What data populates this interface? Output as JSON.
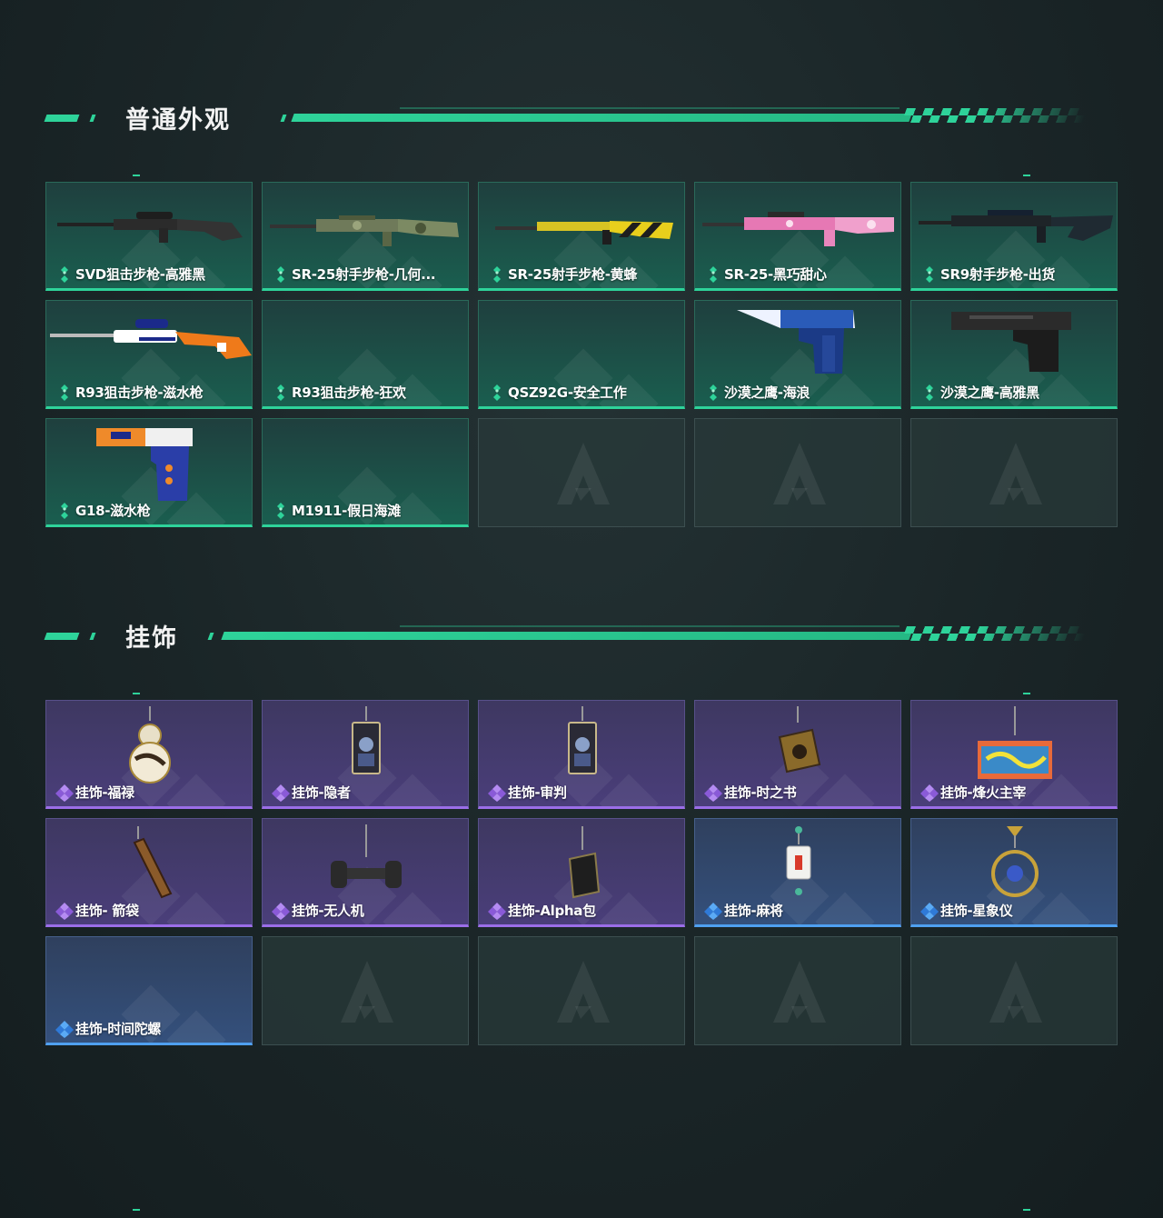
{
  "sections": [
    {
      "title": "普通外观",
      "items": [
        {
          "label": "SVD狙击步枪-高雅黑",
          "rarity": "green",
          "art": "sniper-rifle"
        },
        {
          "label": "SR-25射手步枪-几何...",
          "rarity": "green",
          "art": "camo-rifle"
        },
        {
          "label": "SR-25射手步枪-黄蜂",
          "rarity": "green",
          "art": "yellow-rifle"
        },
        {
          "label": "SR-25-黑巧甜心",
          "rarity": "green",
          "art": "pink-rifle"
        },
        {
          "label": "SR9射手步枪-出货",
          "rarity": "green",
          "art": "dark-rifle"
        },
        {
          "label": "R93狙击步枪-滋水枪",
          "rarity": "green",
          "art": "water-sniper"
        },
        {
          "label": "R93狙击步枪-狂欢",
          "rarity": "green",
          "art": ""
        },
        {
          "label": "QSZ92G-安全工作",
          "rarity": "green",
          "art": ""
        },
        {
          "label": "沙漠之鹰-海浪",
          "rarity": "green",
          "art": "blue-pistol"
        },
        {
          "label": "沙漠之鹰-高雅黑",
          "rarity": "green",
          "art": "black-pistol"
        },
        {
          "label": "G18-滋水枪",
          "rarity": "green",
          "art": "water-pistol"
        },
        {
          "label": "M1911-假日海滩",
          "rarity": "green",
          "art": ""
        },
        {
          "label": "",
          "rarity": "empty",
          "art": ""
        },
        {
          "label": "",
          "rarity": "empty",
          "art": ""
        },
        {
          "label": "",
          "rarity": "empty",
          "art": ""
        }
      ]
    },
    {
      "title": "挂饰",
      "items": [
        {
          "label": "挂饰-福禄",
          "rarity": "purple",
          "art": "gourd-charm"
        },
        {
          "label": "挂饰-隐者",
          "rarity": "purple",
          "art": "card-charm"
        },
        {
          "label": "挂饰-审判",
          "rarity": "purple",
          "art": "card-charm"
        },
        {
          "label": "挂饰-时之书",
          "rarity": "purple",
          "art": "book-charm"
        },
        {
          "label": "挂饰-烽火主宰",
          "rarity": "purple",
          "art": "graffiti-charm"
        },
        {
          "label": "挂饰- 箭袋",
          "rarity": "purple",
          "art": "quiver-charm"
        },
        {
          "label": "挂饰-无人机",
          "rarity": "purple",
          "art": "drone-charm"
        },
        {
          "label": "挂饰-Alpha包",
          "rarity": "purple",
          "art": "bag-charm"
        },
        {
          "label": "挂饰-麻将",
          "rarity": "blue",
          "art": "mahjong-charm"
        },
        {
          "label": "挂饰-星象仪",
          "rarity": "blue",
          "art": "astrolabe-charm"
        },
        {
          "label": "挂饰-时间陀螺",
          "rarity": "blue",
          "art": ""
        },
        {
          "label": "",
          "rarity": "empty",
          "art": ""
        },
        {
          "label": "",
          "rarity": "empty",
          "art": ""
        },
        {
          "label": "",
          "rarity": "empty",
          "art": ""
        },
        {
          "label": "",
          "rarity": "empty",
          "art": ""
        }
      ]
    }
  ],
  "colors": {
    "accent": "#2ed39a",
    "purple": "#9b6ee8",
    "blue": "#4fa0f0"
  }
}
